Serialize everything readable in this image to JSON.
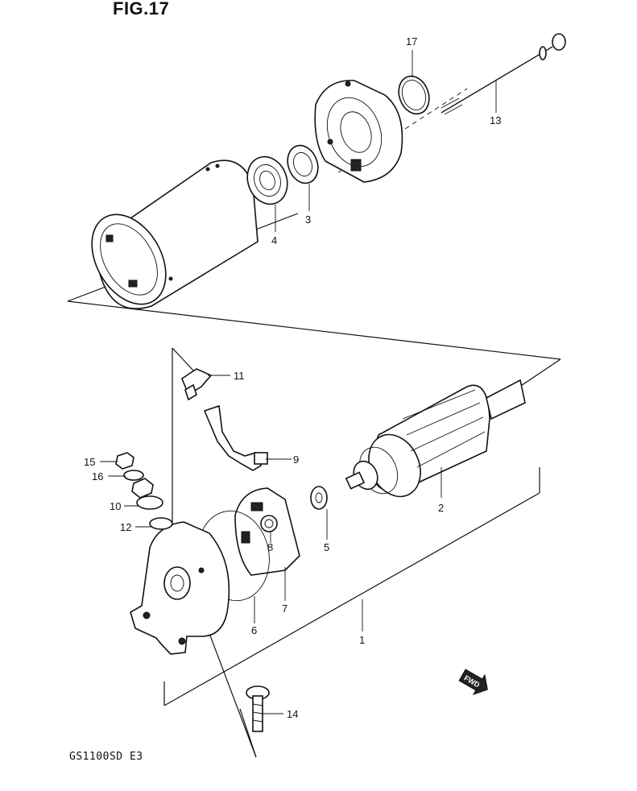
{
  "figure": {
    "title": "FIG.17",
    "model_code": "GS1100SD  E3",
    "fwd_badge": "FWD"
  },
  "callouts": [
    "1",
    "2",
    "3",
    "4",
    "5",
    "6",
    "7",
    "8",
    "9",
    "10",
    "11",
    "12",
    "13",
    "14",
    "15",
    "16",
    "17"
  ]
}
